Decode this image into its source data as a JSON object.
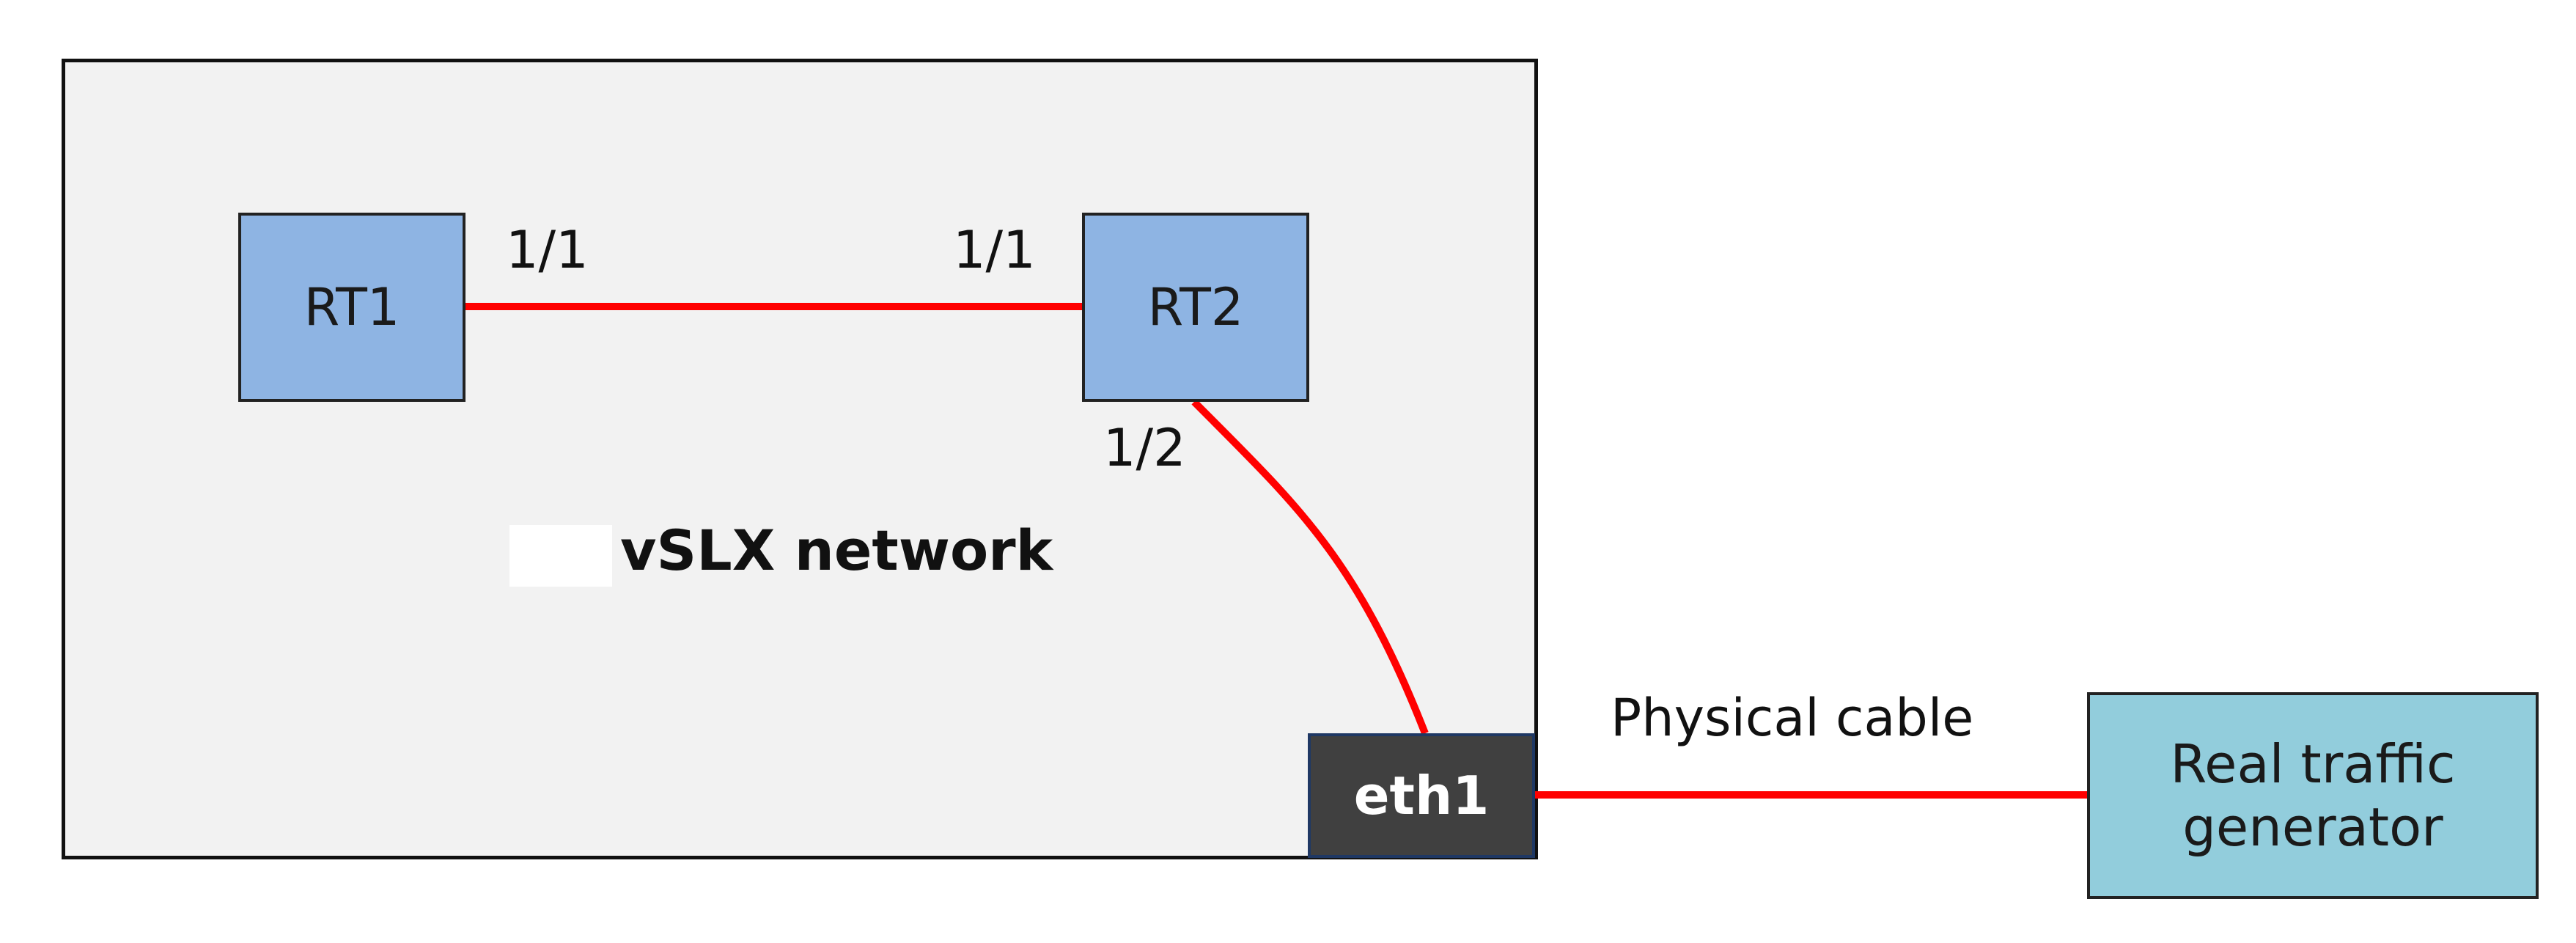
{
  "diagram": {
    "legend": {
      "label": "vSLX network"
    },
    "nodes": {
      "rt1": {
        "label": "RT1"
      },
      "rt2": {
        "label": "RT2"
      },
      "eth1": {
        "label": "eth1"
      },
      "traffic_generator": {
        "label": "Real traffic\ngenerator"
      }
    },
    "ports": {
      "rt1_port": "1/1",
      "rt2_port_a": "1/1",
      "rt2_port_b": "1/2"
    },
    "links": {
      "physical_cable_label": "Physical cable"
    },
    "colors": {
      "link": "#ff0000",
      "router_fill": "#8eb4e3",
      "interface_fill": "#404040",
      "generator_fill": "#92cddc",
      "network_fill": "#f2f2f2"
    }
  }
}
